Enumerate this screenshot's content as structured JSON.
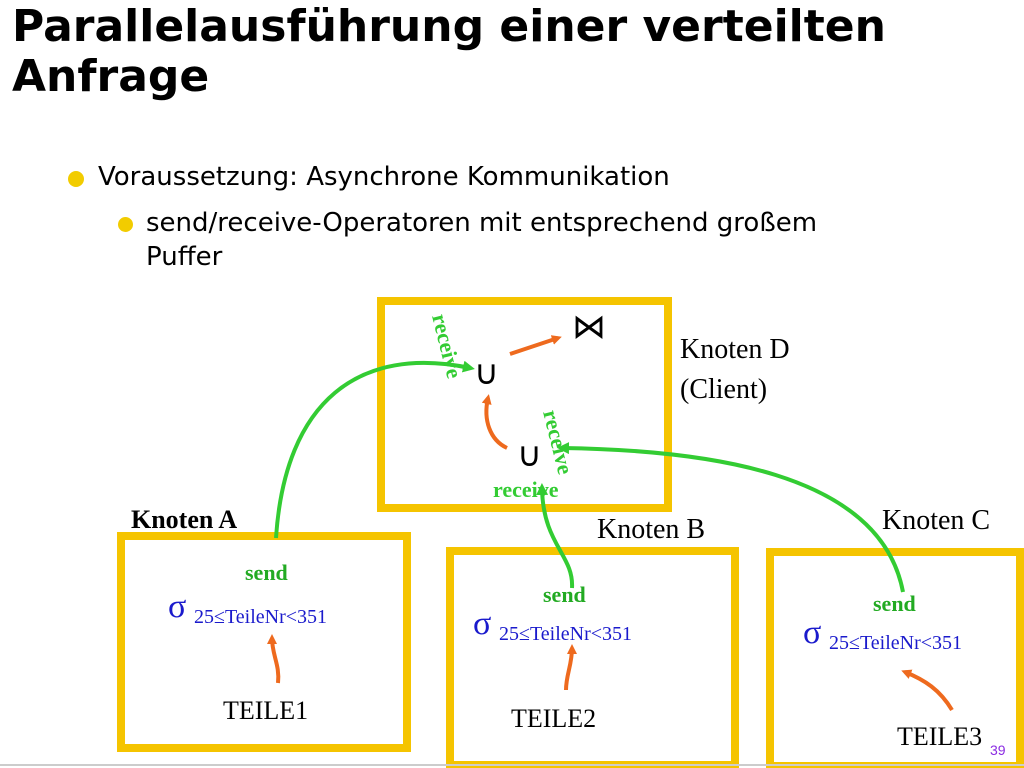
{
  "title": {
    "line1": "Parallelausführung einer verteilten",
    "line2": "Anfrage"
  },
  "bullets": {
    "level1": "Voraussetzung: Asynchrone Kommunikation",
    "level2_line1": "send/receive-Operatoren mit entsprechend großem",
    "level2_line2": "Puffer"
  },
  "diagram": {
    "node_d": {
      "label_line1": "Knoten D",
      "label_line2": "(Client)",
      "receive_left": "receive",
      "receive_right": "receive",
      "receive_bottom": "receive",
      "union_symbol": "∪",
      "union_symbol_2": "∪",
      "join_symbol": "⋈"
    },
    "node_a": {
      "label": "Knoten A",
      "send": "send",
      "sigma": "σ",
      "selection": "25≤TeileNr<351",
      "relation": "TEILE1"
    },
    "node_b": {
      "label": "Knoten B",
      "send": "send",
      "sigma": "σ",
      "selection": "25≤TeileNr<351",
      "relation": "TEILE2"
    },
    "node_c": {
      "label": "Knoten C",
      "send": "send",
      "sigma": "σ",
      "selection": "25≤TeileNr<351",
      "relation": "TEILE3"
    },
    "colors": {
      "box": "#f5c400",
      "green": "#33cc33",
      "orange": "#ee6a1e",
      "blue": "#1a1acc",
      "send_green": "#22aa22"
    }
  },
  "page_number": "39"
}
